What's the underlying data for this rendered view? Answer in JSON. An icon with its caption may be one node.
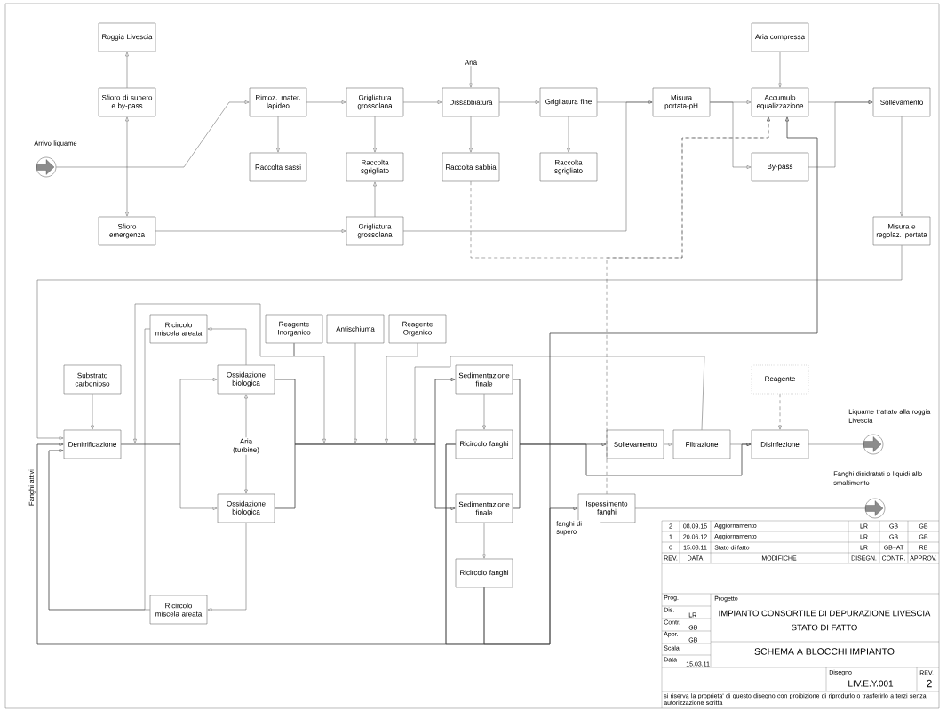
{
  "diagram": {
    "nodes": [
      {
        "text": [
          "Roggia Livescia"
        ]
      },
      {
        "text": [
          "Sfioro di supero e by-pass"
        ]
      },
      {
        "text": [
          "Sfioro emergenza"
        ]
      },
      {
        "text": [],
        "shape": "circle",
        "beside": [
          "Arrivo liquame"
        ]
      },
      {
        "text": [
          "Rimoz. mater. lapideo"
        ]
      },
      {
        "text": [
          "Raccolta sassi"
        ]
      },
      {
        "text": [
          "Grigliatura grossolana"
        ]
      },
      {
        "text": [
          "Raccolta sgrigliato"
        ]
      },
      {
        "text": [
          "Grigliatura grossolana"
        ]
      },
      {
        "text": [
          "Aria"
        ]
      },
      {
        "text": [
          "Dissabbiatura"
        ]
      },
      {
        "text": [
          "Raccolta sabbia"
        ]
      },
      {
        "text": [
          "Grigliatura fine"
        ]
      },
      {
        "text": [
          "Raccolta sgrigliato"
        ]
      },
      {
        "text": [
          "Misura portata-pH"
        ]
      },
      {
        "text": [
          "Aria compressa"
        ]
      },
      {
        "text": [
          "Accumulo equalizzazione"
        ]
      },
      {
        "text": [
          "By-pass"
        ]
      },
      {
        "text": [
          "Sollevamento"
        ]
      },
      {
        "text": [
          "Misura e regolaz. portata"
        ]
      },
      {
        "text": [
          "Substrato carbonioso"
        ]
      },
      {
        "text": [
          "Denitrificazione"
        ]
      },
      {
        "text": [
          "Ricircolo miscela areata"
        ]
      },
      {
        "text": [
          "Ossidazione biologica"
        ]
      },
      {
        "text": [
          "Aria (turbine)"
        ]
      },
      {
        "text": [
          "Ossidazione biologica"
        ]
      },
      {
        "text": [
          "Ricircolo miscela areata"
        ]
      },
      {
        "text": [
          "Reagente Inorganico"
        ]
      },
      {
        "text": [
          "Antischiuma"
        ]
      },
      {
        "text": [
          "Reagente Organico"
        ]
      },
      {
        "text": [
          "Sedimentazione finale"
        ]
      },
      {
        "text": [
          "Ricircolo fanghi"
        ]
      },
      {
        "text": [
          "Sedimentazione finale"
        ]
      },
      {
        "text": [
          "Ricircolo fanghi"
        ]
      },
      {
        "text": [
          "Sollevamento"
        ]
      },
      {
        "text": [
          "Filtrazione"
        ]
      },
      {
        "text": [
          "Reagente"
        ]
      },
      {
        "text": [
          "Disinfezione"
        ]
      },
      {
        "text": [],
        "shape": "circle",
        "beside": [
          "Liquame trattato alla roggia Livescia"
        ]
      },
      {
        "text": [
          "Ispessimento fanghi"
        ]
      },
      {
        "text": [],
        "shape": "circle",
        "beside": [
          "Fanghi disidratati o liquidi allo smaltimento"
        ]
      }
    ],
    "edges": [
      {
        "from": 1,
        "to": 0,
        "arrow": "to"
      },
      {
        "from": 1,
        "to": 2,
        "arrow": "both"
      },
      {
        "from": 3,
        "to": 4,
        "arrow": "to"
      },
      {
        "from": 4,
        "to": 5,
        "arrow": "to"
      },
      {
        "from": 4,
        "to": 6,
        "arrow": "to"
      },
      {
        "from": 6,
        "to": 7,
        "arrow": "to"
      },
      {
        "from": 8,
        "to": 7,
        "arrow": "to"
      },
      {
        "from": 2,
        "to": 8,
        "arrow": "to"
      },
      {
        "from": 9,
        "to": 10,
        "arrow": "to"
      },
      {
        "from": 6,
        "to": 10,
        "arrow": "to"
      },
      {
        "from": 10,
        "to": 11,
        "arrow": "to"
      },
      {
        "from": 10,
        "to": 12,
        "arrow": "to"
      },
      {
        "from": 12,
        "to": 13,
        "arrow": "to"
      },
      {
        "from": 12,
        "to": 14,
        "arrow": "to"
      },
      {
        "from": 8,
        "to": 14,
        "arrow": "to"
      },
      {
        "from": 14,
        "to": 16,
        "arrow": "to"
      },
      {
        "from": 14,
        "to": 17,
        "arrow": "to"
      },
      {
        "from": 17,
        "to": 18,
        "arrow": "to"
      },
      {
        "from": 16,
        "to": 18,
        "arrow": "to"
      },
      {
        "from": 15,
        "to": 16,
        "arrow": "to"
      },
      {
        "from": 18,
        "to": 19,
        "arrow": "to"
      },
      {
        "from": 19,
        "to": 21,
        "arrow": "to"
      },
      {
        "from": 11,
        "to": 16,
        "arrow": "to",
        "style": "dashed"
      },
      {
        "from": 39,
        "to": 16,
        "arrow": "to",
        "style": "dashed"
      },
      {
        "from": 20,
        "to": 21,
        "arrow": "to"
      },
      {
        "from": 21,
        "to": 23,
        "arrow": "to"
      },
      {
        "from": 21,
        "to": 25,
        "arrow": "to"
      },
      {
        "from": 23,
        "to": 22,
        "arrow": "to"
      },
      {
        "from": 22,
        "to": 21,
        "arrow": "to"
      },
      {
        "from": 25,
        "to": 26,
        "arrow": "to"
      },
      {
        "from": 26,
        "to": 21,
        "arrow": "to"
      },
      {
        "from": 24,
        "to": 23,
        "arrow": "to"
      },
      {
        "from": 24,
        "to": 25,
        "arrow": "to"
      },
      {
        "from": 23,
        "to": 30,
        "arrow": "to"
      },
      {
        "from": 23,
        "to": 32,
        "arrow": "to"
      },
      {
        "from": 25,
        "to": 30,
        "arrow": "to"
      },
      {
        "from": 25,
        "to": 32,
        "arrow": "to"
      },
      {
        "from": 27,
        "to": null,
        "arrow": "to"
      },
      {
        "from": 27,
        "to": null,
        "arrow": "to"
      },
      {
        "from": 28,
        "to": null,
        "arrow": "to"
      },
      {
        "from": 29,
        "to": null,
        "arrow": "to"
      },
      {
        "from": 35,
        "to": null,
        "arrow": "to"
      },
      {
        "from": 30,
        "to": 31,
        "arrow": "to"
      },
      {
        "from": 32,
        "to": 33,
        "arrow": "to"
      },
      {
        "from": 30,
        "to": 34,
        "arrow": "to"
      },
      {
        "from": 32,
        "to": 34,
        "arrow": "to"
      },
      {
        "from": 30,
        "to": 37,
        "arrow": "to"
      },
      {
        "from": 32,
        "to": 37,
        "arrow": "to"
      },
      {
        "from": 34,
        "to": 35,
        "arrow": "to"
      },
      {
        "from": 35,
        "to": 37,
        "arrow": "to"
      },
      {
        "from": 36,
        "to": 37,
        "arrow": "to",
        "style": "dashed"
      },
      {
        "from": 37,
        "to": 38,
        "arrow": "none"
      },
      {
        "from": 39,
        "to": 40,
        "arrow": "none"
      },
      {
        "from": 31,
        "to": 21,
        "arrow": "to",
        "label": "Fanghi attivi"
      },
      {
        "from": 33,
        "to": 21,
        "arrow": "to"
      },
      {
        "from": 31,
        "to": 39,
        "arrow": "to",
        "label": "fanghi di supero"
      },
      {
        "from": 33,
        "to": 39,
        "arrow": "to"
      },
      {
        "from": 31,
        "to": 16,
        "arrow": "to"
      },
      {
        "from": 33,
        "to": 16,
        "arrow": "to"
      }
    ],
    "labels": [
      "2",
      "08.09.15",
      "Aggiornamento",
      "LR",
      "GB",
      "GB",
      "1",
      "20.06.12",
      "Aggiornamento",
      "LR",
      "GB",
      "GB",
      "0",
      "15.03.11",
      "Stato di fatto",
      "LR",
      "GB−AT",
      "RB",
      "REV.",
      "DATA",
      "MODIFICHE",
      "DISEGN.",
      "CONTR.",
      "APPROV.",
      "Prog.",
      "Progetto",
      "Dis.",
      "LR",
      "IMPIANTO CONSORTILE DI DEPURAZIONE LIVESCIA",
      "Contr.",
      "GB",
      "STATO DI FATTO",
      "Appr.",
      "GB",
      "Scala",
      "SCHEMA A BLOCCHI IMPIANTO",
      "Data",
      "15.03.11",
      "Disegno",
      "REV.",
      "LIV.E.Y.001",
      "2",
      "si riserva la proprieta' di questo disegno con proibizione di riprodurlo o trasferirlo a terzi senza autorizzazione scritta"
    ]
  }
}
